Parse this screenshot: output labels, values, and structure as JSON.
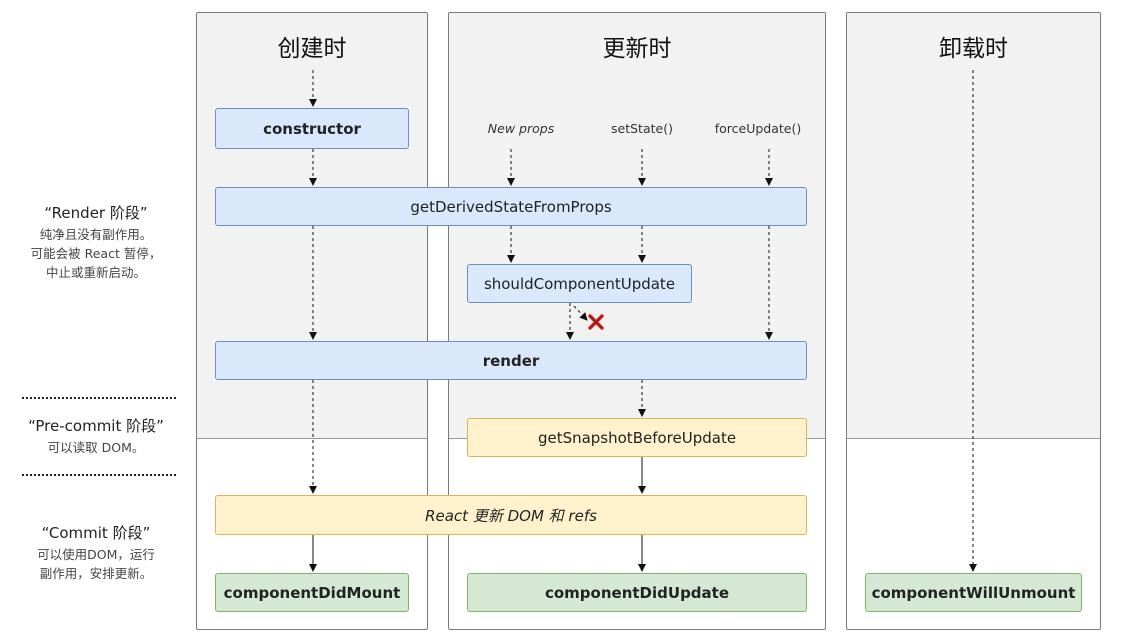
{
  "columns": {
    "mount": {
      "title": "创建时"
    },
    "update": {
      "title": "更新时"
    },
    "unmount": {
      "title": "卸载时"
    }
  },
  "phases": {
    "render": {
      "title": "“Render 阶段”",
      "desc": [
        "纯净且没有副作用。",
        "可能会被 React 暂停，",
        "中止或重新启动。"
      ]
    },
    "precommit": {
      "title": "“Pre-commit 阶段”",
      "desc": [
        "可以读取 DOM。"
      ]
    },
    "commit": {
      "title": "“Commit 阶段”",
      "desc": [
        "可以使用DOM，运行",
        "副作用，安排更新。"
      ]
    }
  },
  "triggers": {
    "new_props": "New props",
    "set_state": "setState()",
    "force_update": "forceUpdate()"
  },
  "methods": {
    "constructor": "constructor",
    "get_derived_state": "getDerivedStateFromProps",
    "should_update": "shouldComponentUpdate",
    "render": "render",
    "get_snapshot": "getSnapshotBeforeUpdate",
    "react_updates_dom": "React 更新 DOM 和 refs",
    "did_mount": "componentDidMount",
    "did_update": "componentDidUpdate",
    "will_unmount": "componentWillUnmount"
  },
  "colors": {
    "render_box": "#dae8fc",
    "precommit_box": "#fff2cc",
    "commit_box": "#d5e8d4",
    "cancel_mark": "#d9261c"
  },
  "icons": {
    "cancel": "x-mark-icon"
  }
}
